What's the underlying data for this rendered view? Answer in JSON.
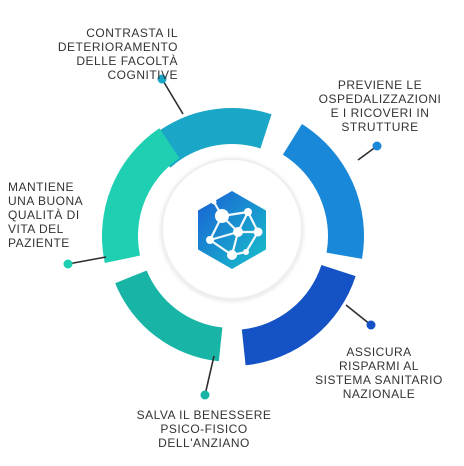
{
  "segments": [
    {
      "id": "top",
      "color": "#1aa6c7",
      "lines": [
        "CONTRASTA  IL",
        "DETERIORAMENTO",
        "DELLE FACOLTÀ",
        "COGNITIVE"
      ]
    },
    {
      "id": "top-right",
      "color": "#1a88d8",
      "lines": [
        "PREVIENE LE",
        "OSPEDALIZZAZIONI",
        "E I RICOVERI IN",
        "STRUTTURE"
      ]
    },
    {
      "id": "bottom-right",
      "color": "#1452c6",
      "lines": [
        "ASSICURA",
        "RISPARMI AL",
        "SISTEMA SANITARIO",
        "NAZIONALE"
      ]
    },
    {
      "id": "bottom",
      "color": "#18b5a6",
      "lines": [
        "SALVA IL  BENESSERE",
        "PSICO-FISICO",
        "DELL'ANZIANO"
      ]
    },
    {
      "id": "left",
      "color": "#1ecfb1",
      "lines": [
        "MANTIENE",
        "UNA BUONA",
        "QUALITÀ DI",
        "VITA DEL",
        "PAZIENTE"
      ]
    }
  ],
  "center_icon": "network-hexagon-icon",
  "colors": {
    "line": "#2d2d2d",
    "text": "#333333",
    "hub_ring": "#eeeeee"
  }
}
